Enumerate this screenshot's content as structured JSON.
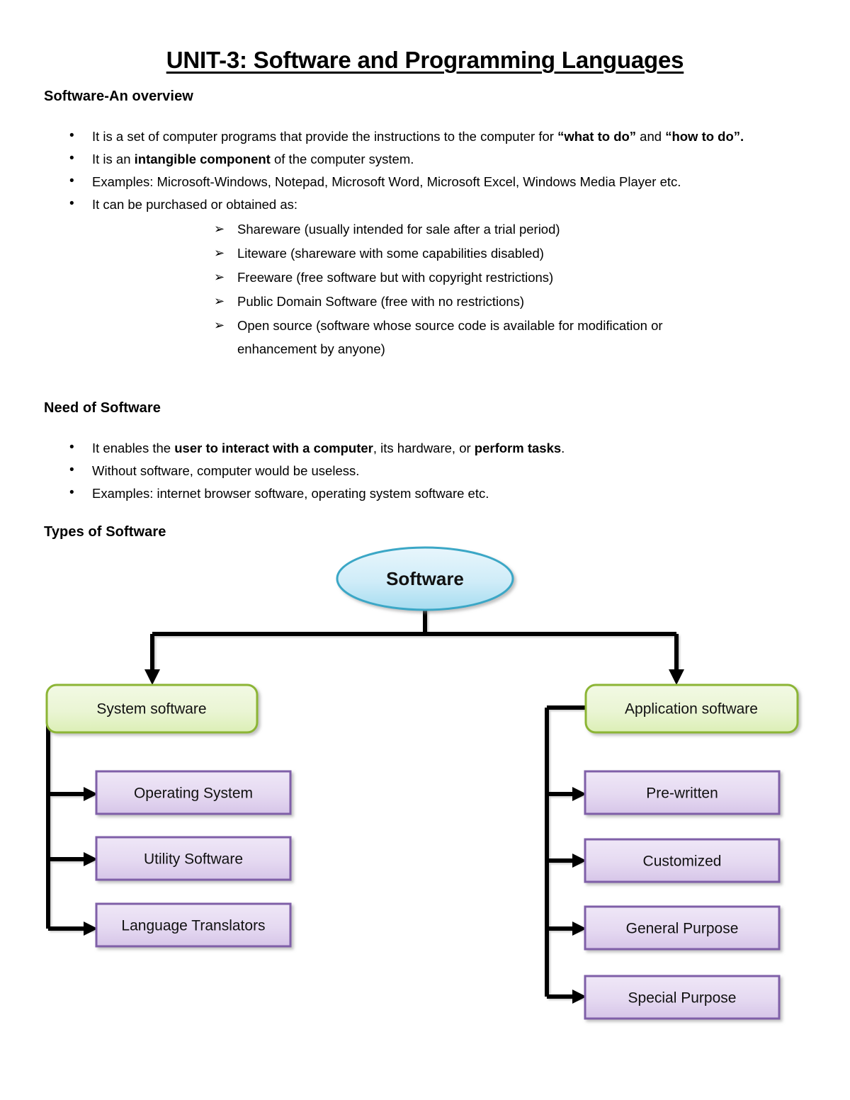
{
  "document": {
    "title": "UNIT-3: Software and Programming Languages"
  },
  "sections": {
    "overview": {
      "heading": "Software-An overview",
      "bullets": [
        {
          "marker": "•",
          "parts": [
            {
              "text": "It is a set of computer programs that provide the instructions to the computer for ",
              "bold": false
            },
            {
              "text": "“what to do”",
              "bold": true
            },
            {
              "text": " and ",
              "bold": false
            },
            {
              "text": "“how to do”.",
              "bold": true
            }
          ]
        },
        {
          "marker": "•",
          "parts": [
            {
              "text": "It is an ",
              "bold": false
            },
            {
              "text": "intangible component",
              "bold": true
            },
            {
              "text": " of the computer system.",
              "bold": false
            }
          ]
        },
        {
          "marker": "•",
          "parts": [
            {
              "text": "Examples: Microsoft-Windows, Notepad, Microsoft Word, Microsoft Excel, Windows Media Player etc.",
              "bold": false
            }
          ]
        },
        {
          "marker": "•",
          "parts": [
            {
              "text": "It can be purchased or obtained as:",
              "bold": false
            }
          ],
          "sub_marker": "➢",
          "sub_items": [
            "Shareware (usually intended for sale after a trial period)",
            "Liteware (shareware with some capabilities disabled)",
            "Freeware (free software but with copyright restrictions)",
            "Public Domain Software (free with no restrictions)",
            "Open source (software whose source code is available for modification or enhancement by anyone)"
          ]
        }
      ]
    },
    "need": {
      "heading": "Need of Software",
      "bullets": [
        {
          "marker": "•",
          "parts": [
            {
              "text": "It enables the ",
              "bold": false
            },
            {
              "text": "user to interact with a computer",
              "bold": true
            },
            {
              "text": ", its hardware, or ",
              "bold": false
            },
            {
              "text": "perform tasks",
              "bold": true
            },
            {
              "text": ".",
              "bold": false
            }
          ]
        },
        {
          "marker": "•",
          "parts": [
            {
              "text": "Without software, computer would be useless.",
              "bold": false
            }
          ]
        },
        {
          "marker": "•",
          "parts": [
            {
              "text": "Examples: internet browser software, operating system software etc.",
              "bold": false
            }
          ]
        }
      ]
    },
    "types": {
      "heading": "Types of Software"
    }
  },
  "diagram": {
    "root": {
      "label": "Software",
      "shape": "ellipse"
    },
    "branches": [
      {
        "label": "System software",
        "children": [
          "Operating System",
          "Utility Software",
          "Language Translators"
        ]
      },
      {
        "label": "Application software",
        "children": [
          "Pre-written",
          "Customized",
          "General Purpose",
          "Special Purpose"
        ]
      }
    ],
    "colors": {
      "root_fill_top": "#e4f4fb",
      "root_fill_bottom": "#a9ddf0",
      "root_stroke": "#3ba7c6",
      "branch_fill_top": "#eef7dc",
      "branch_fill_bottom": "#dcefb8",
      "branch_stroke": "#8cb536",
      "leaf_fill_top": "#ece2f5",
      "leaf_fill_bottom": "#d9c9ea",
      "leaf_stroke": "#7f5fa8",
      "connector": "#000000"
    }
  }
}
